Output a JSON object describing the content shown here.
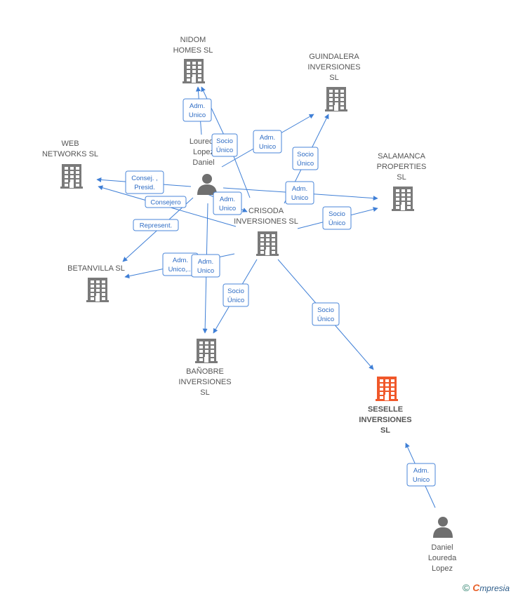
{
  "colors": {
    "company": "#7a7a7a",
    "highlight": "#f0582a",
    "person": "#6f6f6f",
    "edge": "#3f7fd6",
    "edge_box_text": "#2e6cc4"
  },
  "nodes": [
    {
      "id": "nidom",
      "kind": "company",
      "lines": [
        "NIDOM",
        "HOMES  SL"
      ]
    },
    {
      "id": "guindalera",
      "kind": "company",
      "lines": [
        "GUINDALERA",
        "INVERSIONES",
        "SL"
      ]
    },
    {
      "id": "web",
      "kind": "company",
      "lines": [
        "WEB",
        "NETWORKS SL"
      ]
    },
    {
      "id": "salamanca",
      "kind": "company",
      "lines": [
        "SALAMANCA",
        "PROPERTIES",
        "SL"
      ]
    },
    {
      "id": "crisoda",
      "kind": "company",
      "lines": [
        "CRISODA",
        "INVERSIONES SL"
      ]
    },
    {
      "id": "betanvilla",
      "kind": "company",
      "lines": [
        "BETANVILLA  SL"
      ]
    },
    {
      "id": "banobre",
      "kind": "company",
      "lines": [
        "BAÑOBRE",
        "INVERSIONES",
        "SL"
      ]
    },
    {
      "id": "seselle",
      "kind": "company-highlight",
      "lines": [
        "SESELLE",
        "INVERSIONES",
        "SL"
      ]
    },
    {
      "id": "daniel1",
      "kind": "person",
      "lines": [
        "Loureda",
        "Lopez",
        "Daniel"
      ]
    },
    {
      "id": "daniel2",
      "kind": "person",
      "lines": [
        "Daniel",
        "Loureda",
        "Lopez"
      ]
    }
  ],
  "edges": [
    {
      "from": "daniel1",
      "to": "nidom",
      "lines": [
        "Adm.",
        "Unico"
      ]
    },
    {
      "from": "crisoda",
      "to": "nidom",
      "lines": [
        "Socio",
        "Único"
      ]
    },
    {
      "from": "daniel1",
      "to": "guindalera",
      "lines": [
        "Adm.",
        "Unico"
      ]
    },
    {
      "from": "crisoda",
      "to": "guindalera",
      "lines": [
        "Socio",
        "Único"
      ]
    },
    {
      "from": "daniel1",
      "to": "web",
      "lines": [
        "Consej. ,",
        "Presid."
      ]
    },
    {
      "from": "crisoda",
      "to": "web",
      "lines": [
        "Consejero"
      ]
    },
    {
      "from": "daniel1",
      "to": "salamanca",
      "lines": [
        "Adm.",
        "Unico"
      ]
    },
    {
      "from": "crisoda",
      "to": "salamanca",
      "lines": [
        "Socio",
        "Único"
      ]
    },
    {
      "from": "daniel1",
      "to": "betanvilla",
      "lines": [
        "Represent."
      ]
    },
    {
      "from": "crisoda",
      "to": "betanvilla",
      "lines": [
        "Adm.",
        "Unico,..."
      ]
    },
    {
      "from": "daniel1",
      "to": "crisoda",
      "lines": [
        "Adm.",
        "Unico"
      ]
    },
    {
      "from": "daniel1",
      "to": "banobre",
      "lines": [
        "Adm.",
        "Unico"
      ]
    },
    {
      "from": "crisoda",
      "to": "banobre",
      "lines": [
        "Socio",
        "Único"
      ]
    },
    {
      "from": "crisoda",
      "to": "seselle",
      "lines": [
        "Socio",
        "Único"
      ]
    },
    {
      "from": "daniel2",
      "to": "seselle",
      "lines": [
        "Adm.",
        "Unico"
      ]
    }
  ],
  "footer": {
    "copyright_symbol": "©",
    "brand_first": "C",
    "brand_rest": "mpresia"
  }
}
